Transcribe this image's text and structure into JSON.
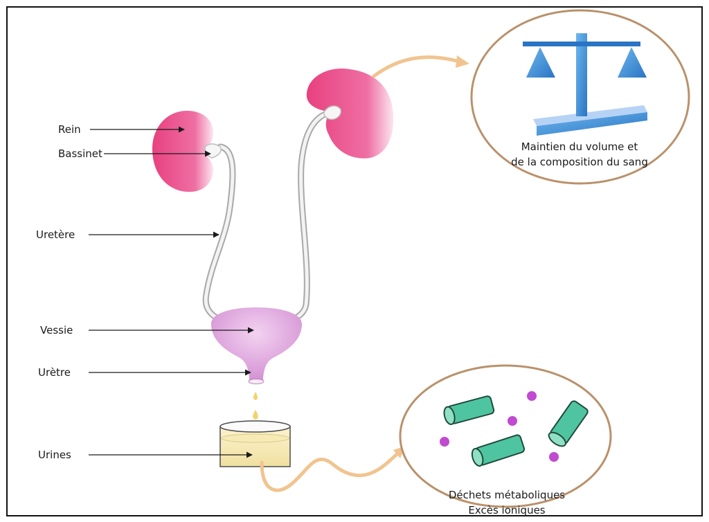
{
  "labels": {
    "rein": "Rein",
    "bassinet": "Bassinet",
    "uretere": "Uretère",
    "vessie": "Vessie",
    "uretre": "Urètre",
    "urines": "Urines"
  },
  "balance_caption": {
    "line1": "Maintien du volume et",
    "line2": "de la composition du sang"
  },
  "waste_caption": {
    "line1": "Déchets métaboliques",
    "line2": "Excès ioniques"
  },
  "colors": {
    "kidney": "#e8417f",
    "bladder": "#d68fd6",
    "urine": "#f3e6a6",
    "arrow": "#f1c48f",
    "circle_border": "#b9916a",
    "balance_blue": "#3a8ed8",
    "cast_green": "#4fc4a0",
    "ion_purple": "#c04ad0"
  }
}
